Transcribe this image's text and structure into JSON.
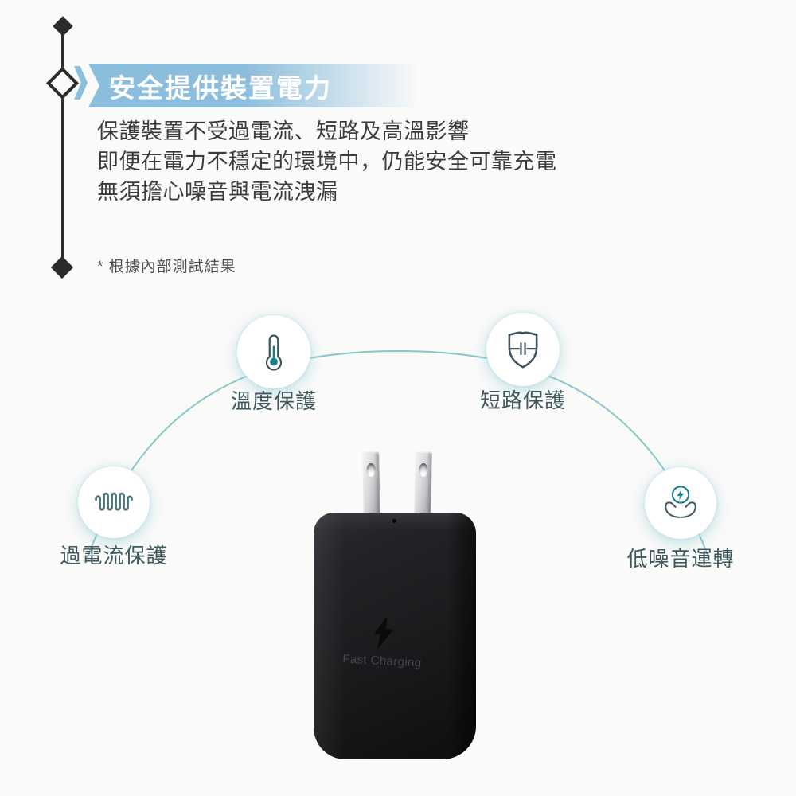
{
  "header": {
    "title": "安全提供裝置電力"
  },
  "body": {
    "lines": [
      "保護裝置不受過電流、短路及高溫影響",
      "即便在電力不穩定的環境中，仍能安全可靠充電",
      "無須擔心噪音與電流洩漏"
    ],
    "footnote": "* 根據內部測試結果"
  },
  "features": [
    {
      "label": "溫度保護",
      "icon": "thermometer-icon"
    },
    {
      "label": "短路保護",
      "icon": "shield-capacitor-icon"
    },
    {
      "label": "過電流保護",
      "icon": "current-wave-icon"
    },
    {
      "label": "低噪音運轉",
      "icon": "hands-energy-icon"
    }
  ],
  "product": {
    "print_label": "Fast Charging",
    "logo_icon": "lightning-bolt-icon"
  },
  "colors": {
    "banner_blue": "#8BBDDC",
    "arc_teal": "#7EC5C7",
    "icon_teal": "#19808D",
    "icon_slate": "#3C565E",
    "label_text": "#3E585D",
    "body_text": "#3B3B3B",
    "rail_dark": "#2B2B2B",
    "background": "#FAFAF9",
    "charger_black": "#1C1C1E",
    "prong_silver": "#D8D9DB"
  }
}
